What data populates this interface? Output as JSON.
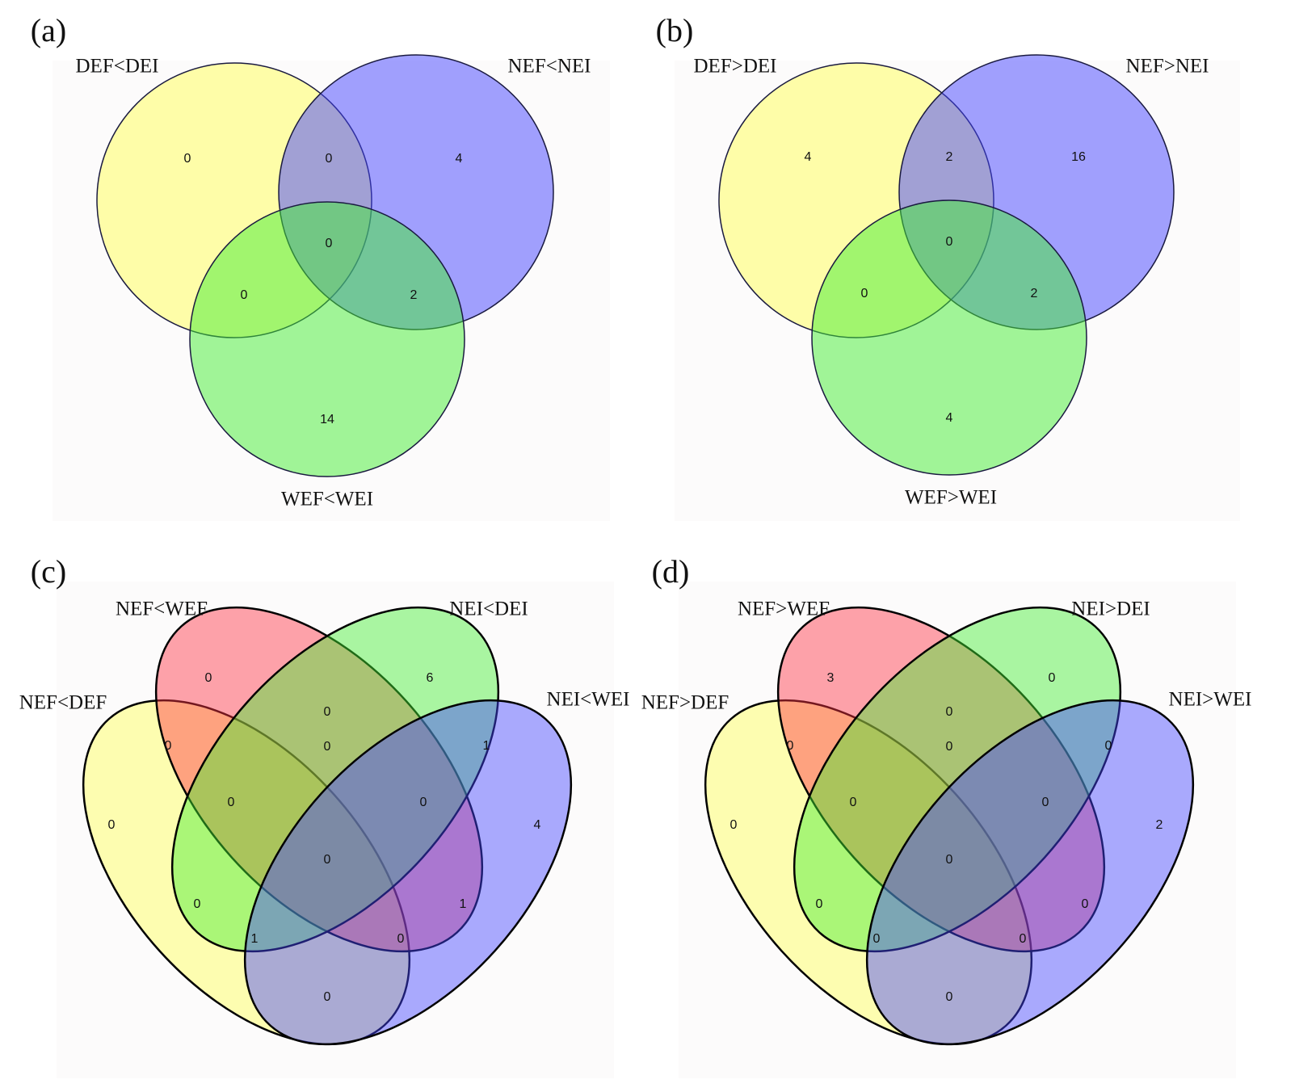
{
  "colors": {
    "yellow": "#ffff55",
    "blue": "#4444ff",
    "green": "#44ee33",
    "red": "#ff3344",
    "background": "#fcfbfb"
  },
  "panels": [
    {
      "label": "(a)",
      "type": "venn3",
      "sets": [
        "DEF<DEI",
        "NEF<NEI",
        "WEF<WEI"
      ],
      "counts": {
        "a_only": "0",
        "b_only": "4",
        "c_only": "14",
        "ab": "0",
        "ac": "0",
        "bc": "2",
        "abc": "0"
      }
    },
    {
      "label": "(b)",
      "type": "venn3",
      "sets": [
        "DEF>DEI",
        "NEF>NEI",
        "WEF>WEI"
      ],
      "counts": {
        "a_only": "4",
        "b_only": "16",
        "c_only": "4",
        "ab": "2",
        "ac": "0",
        "bc": "2",
        "abc": "0"
      }
    },
    {
      "label": "(c)",
      "type": "venn4",
      "sets": [
        "NEF<DEF",
        "NEF<WEF",
        "NEI<DEI",
        "NEI<WEI"
      ],
      "counts": [
        "0",
        "0",
        "6",
        "0",
        "0",
        "1",
        "0",
        "0",
        "0",
        "4",
        "1",
        "0",
        "0",
        "1",
        "0",
        "0"
      ]
    },
    {
      "label": "(d)",
      "type": "venn4",
      "sets": [
        "NEF>DEF",
        "NEF>WEF",
        "NEI>DEI",
        "NEI>WEI"
      ],
      "counts": [
        "3",
        "0",
        "0",
        "0",
        "0",
        "0",
        "0",
        "0",
        "0",
        "2",
        "0",
        "0",
        "0",
        "0",
        "0",
        "0"
      ]
    }
  ]
}
